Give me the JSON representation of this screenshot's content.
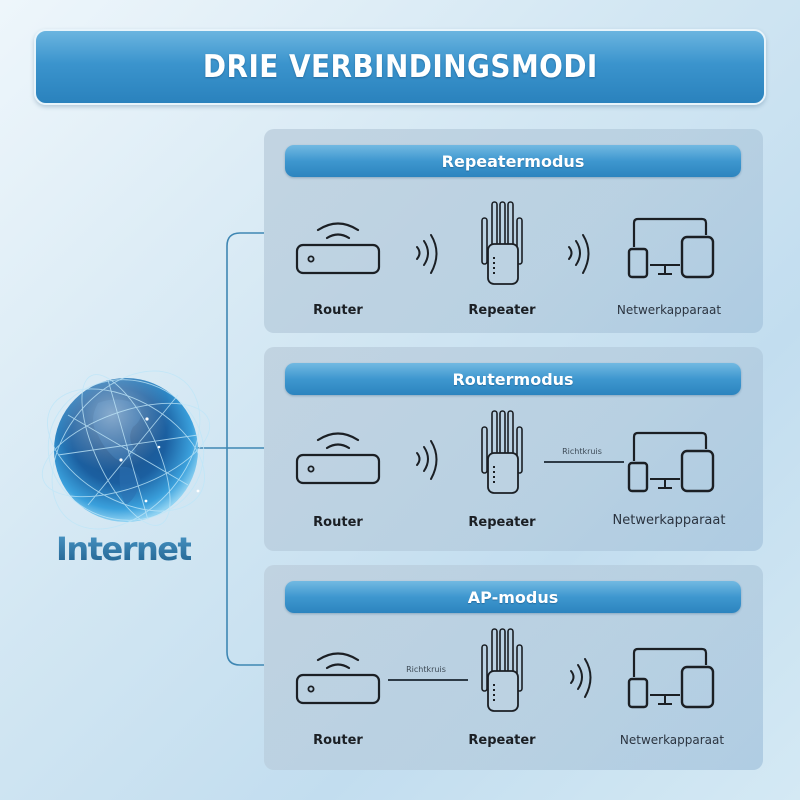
{
  "title": "DRIE VERBINDINGSMODI",
  "internet": {
    "label": "Internet",
    "icon": "globe-icon"
  },
  "colors": {
    "header_gradient_top": "#72b9e2",
    "header_gradient_bottom": "#2c84bf",
    "panel_bg": "#bcd2e2",
    "connector_line": "#3f87b3",
    "icon_stroke": "#1b1f24",
    "internet_text": "#2a6f9e"
  },
  "modes": [
    {
      "name": "Repeatermodus",
      "devices": [
        {
          "label": "Router",
          "icon": "router-icon"
        },
        {
          "label": "Repeater",
          "icon": "repeater-icon"
        },
        {
          "label": "Netwerkapparaat",
          "icon": "network-devices-icon"
        }
      ],
      "links": [
        {
          "type": "wireless",
          "icon": "wifi-signal-icon"
        },
        {
          "type": "wireless",
          "icon": "wifi-signal-icon"
        }
      ]
    },
    {
      "name": "Routermodus",
      "devices": [
        {
          "label": "Router",
          "icon": "router-icon"
        },
        {
          "label": "Repeater",
          "icon": "repeater-icon"
        },
        {
          "label": "Netwerkapparaat",
          "icon": "network-devices-icon"
        }
      ],
      "links": [
        {
          "type": "wireless",
          "icon": "wifi-signal-icon"
        },
        {
          "type": "cable",
          "label": "Richtkruis"
        }
      ]
    },
    {
      "name": "AP-modus",
      "devices": [
        {
          "label": "Router",
          "icon": "router-icon"
        },
        {
          "label": "Repeater",
          "icon": "repeater-icon"
        },
        {
          "label": "Netwerkapparaat",
          "icon": "network-devices-icon"
        }
      ],
      "links": [
        {
          "type": "cable",
          "label": "Richtkruis"
        },
        {
          "type": "wireless",
          "icon": "wifi-signal-icon"
        }
      ]
    }
  ]
}
